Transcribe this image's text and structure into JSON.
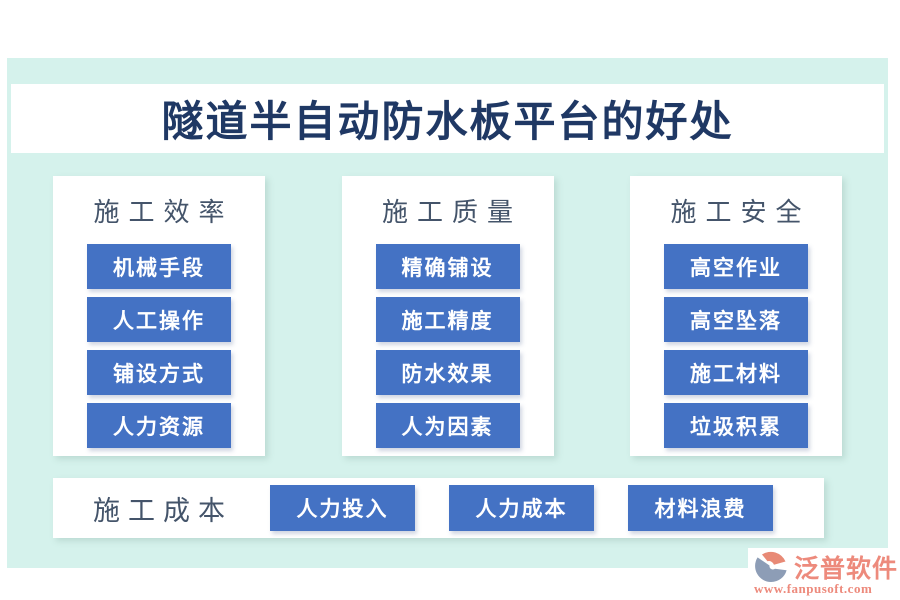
{
  "title": "隧道半自动防水板平台的好处",
  "colors": {
    "panel_background": "#d5f2ec",
    "title_text": "#1f3864",
    "header_text": "#44546a",
    "button_background": "#4472c4",
    "button_text": "#ffffff",
    "logo_text": "#ed8a7c",
    "logo_icon_blue": "#8d9db6",
    "logo_icon_coral": "#e88a76"
  },
  "columns": [
    {
      "header": "施工效率",
      "items": [
        "机械手段",
        "人工操作",
        "铺设方式",
        "人力资源"
      ]
    },
    {
      "header": "施工质量",
      "items": [
        "精确铺设",
        "施工精度",
        "防水效果",
        "人为因素"
      ]
    },
    {
      "header": "施工安全",
      "items": [
        "高空作业",
        "高空坠落",
        "施工材料",
        "垃圾积累"
      ]
    }
  ],
  "bottom": {
    "header": "施工成本",
    "items": [
      "人力投入",
      "人力成本",
      "材料浪费"
    ]
  },
  "logo": {
    "name": "泛普软件",
    "url": "www.fanpusoft.com"
  }
}
